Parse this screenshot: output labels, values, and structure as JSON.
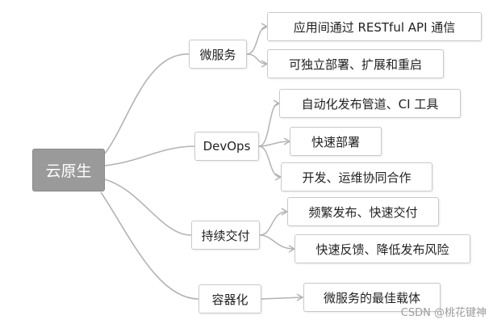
{
  "diagram": {
    "root": "云原生",
    "branches": [
      {
        "label": "微服务",
        "children": [
          "应用间通过 RESTful API 通信",
          "可独立部署、扩展和重启"
        ]
      },
      {
        "label": "DevOps",
        "children": [
          "自动化发布管道、CI 工具",
          "快速部署",
          "开发、运维协同合作"
        ]
      },
      {
        "label": "持续交付",
        "children": [
          "频繁发布、快速交付",
          "快速反馈、降低发布风险"
        ]
      },
      {
        "label": "容器化",
        "children": [
          "微服务的最佳载体"
        ]
      }
    ]
  },
  "watermark": "CSDN @桃花键神",
  "colors": {
    "root_fill": "#9a9a9a",
    "connector": "#b3b3b3",
    "box_border": "#c9c9c9"
  }
}
